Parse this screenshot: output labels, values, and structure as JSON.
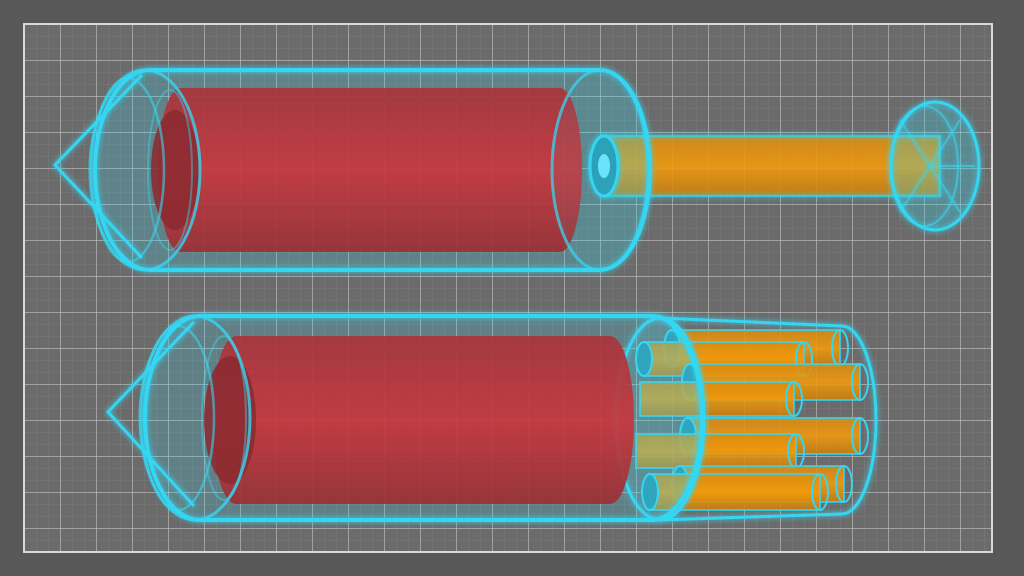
{
  "scene": {
    "background_color": "#585858",
    "panel_color": "#6a6a6a",
    "grid_minor_color": "#8a8a8a",
    "grid_major_color": "#c8c8c8",
    "border_color": "#d6d6d6",
    "glass_color": "#35d6f2",
    "payload_color": "#c8323a",
    "rod_color": "#f0960a"
  },
  "assemblies": [
    {
      "name": "single-rod-assembly",
      "body_icon": "capsule-cylinder-icon",
      "payload_icon": "red-core-icon",
      "rod_count": 1
    },
    {
      "name": "bundle-rod-assembly",
      "body_icon": "capsule-cylinder-icon",
      "payload_icon": "red-core-icon",
      "rod_count": 8
    }
  ]
}
